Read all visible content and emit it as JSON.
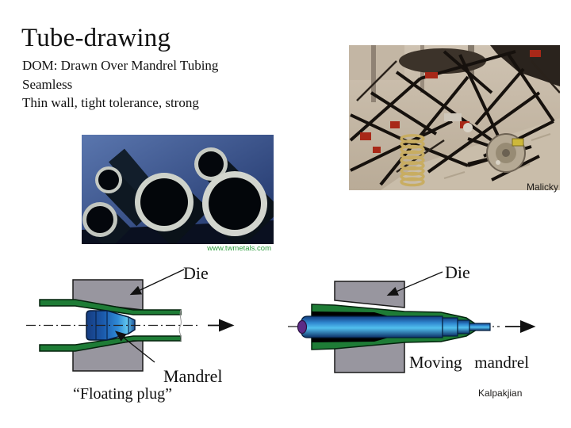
{
  "slide": {
    "title": "Tube-drawing",
    "bullets": [
      "DOM: Drawn Over Mandrel Tubing",
      "Seamless",
      "Thin wall, tight tolerance, strong"
    ]
  },
  "photos": {
    "tubes": {
      "caption": "www.twmetals.com"
    },
    "chassis": {
      "credit": "Malicky"
    }
  },
  "diagrams": {
    "floating_plug": {
      "die_label": "Die",
      "mandrel_label": "Mandrel",
      "caption": "“Floating plug”"
    },
    "moving_mandrel": {
      "die_label": "Die",
      "label": "Moving   mandrel",
      "credit": "Kalpakjian"
    }
  },
  "colors": {
    "tube_green": "#1e7c36",
    "die_gray": "#98969f",
    "mandrel_blue": "#2f86cf",
    "caption_green": "#2f9e3f",
    "line_black": "#111111"
  }
}
